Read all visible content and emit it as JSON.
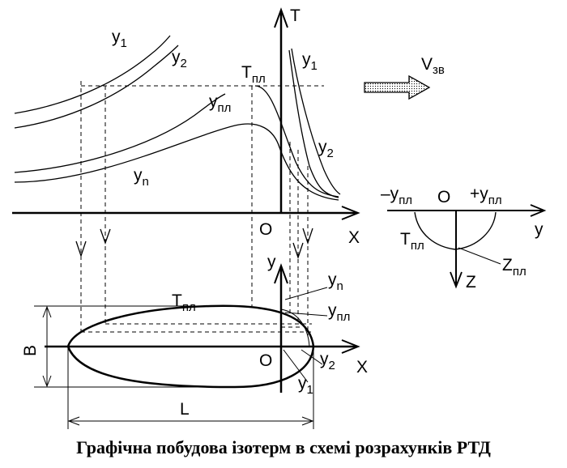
{
  "top_graph": {
    "axis_x": "X",
    "axis_t": "T",
    "origin": "O",
    "t_melt": "T",
    "t_melt_sub": "пл",
    "y1": "y",
    "y1_sub": "1",
    "y2": "y",
    "y2_sub": "2",
    "ypl": "y",
    "ypl_sub": "пл",
    "yn": "y",
    "yn_sub": "n",
    "y1_right": "y",
    "y1_right_sub": "1",
    "y2_right": "y",
    "y2_right_sub": "2"
  },
  "velocity": {
    "label": "V",
    "sub": "зв"
  },
  "section": {
    "neg_ypl": "–y",
    "neg_ypl_sub": "пл",
    "origin": "O",
    "pos_ypl": "+y",
    "pos_ypl_sub": "пл",
    "axis_y": "y",
    "axis_z": "Z",
    "t_melt": "T",
    "t_melt_sub": "пл",
    "z_melt": "Z",
    "z_melt_sub": "пл"
  },
  "bottom_graph": {
    "axis_y": "y",
    "axis_x": "X",
    "origin": "O",
    "t_melt": "T",
    "t_melt_sub": "пл",
    "width": "B",
    "length": "L",
    "yn": "y",
    "yn_sub": "n",
    "ypl": "y",
    "ypl_sub": "пл",
    "y2": "y",
    "y2_sub": "2",
    "y1": "y",
    "y1_sub": "1"
  },
  "caption": "Графічна побудова ізотерм в схемі розрахунків РТД"
}
